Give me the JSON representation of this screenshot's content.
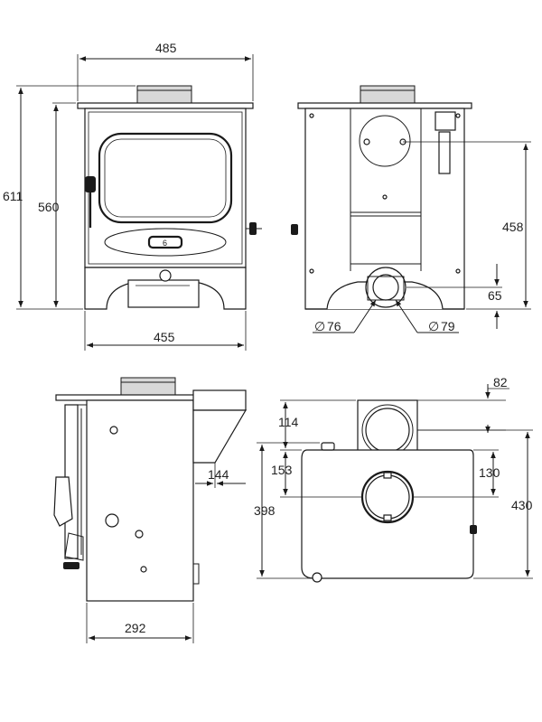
{
  "front_view": {
    "top_width": "485",
    "base_width": "455",
    "total_height": "611",
    "body_height": "560"
  },
  "back_view": {
    "flue_height": "458",
    "inlet_height": "65",
    "diameter_left": "76",
    "diameter_right": "79",
    "diameter_symbol": "∅"
  },
  "side_view": {
    "depth": "292",
    "flue_offset": "144"
  },
  "top_view": {
    "collar_offset": "82",
    "rear_to_flue": "114",
    "rear_to_inlet": "153",
    "inlet_right": "130",
    "overall_depth_left": "398",
    "overall_depth_right": "430"
  }
}
